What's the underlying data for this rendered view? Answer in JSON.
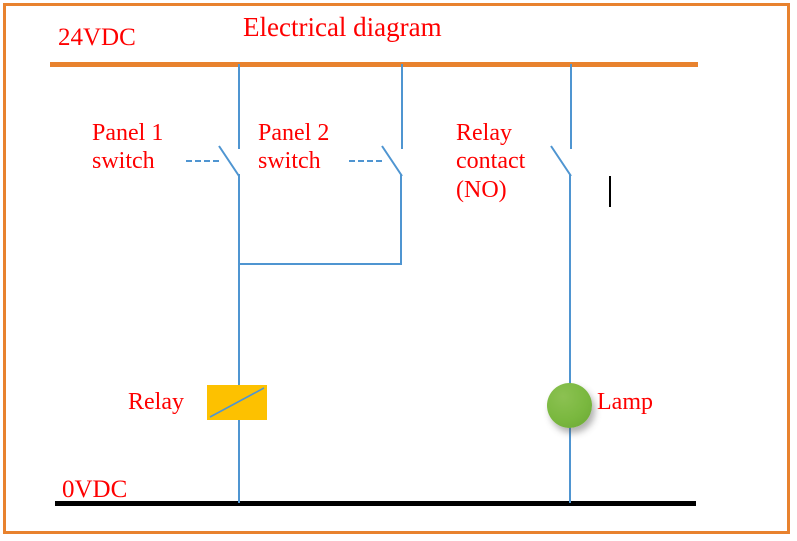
{
  "diagram": {
    "title": "Electrical diagram",
    "rails": {
      "positive_label": "24VDC",
      "negative_label": "0VDC",
      "positive_color": "#e8822e",
      "negative_color": "#000000"
    },
    "wire_color": "#4f95d1",
    "label_color": "#fe0000",
    "border_color": "#e8822e",
    "components": {
      "panel1_switch_label": "Panel 1\nswitch",
      "panel2_switch_label": "Panel 2\nswitch",
      "relay_contact_label": "Relay\ncontact\n(NO)",
      "relay_coil_label": "Relay",
      "relay_coil_color": "#fdc100",
      "lamp_label": "Lamp",
      "lamp_color": "#7ab83f"
    }
  }
}
